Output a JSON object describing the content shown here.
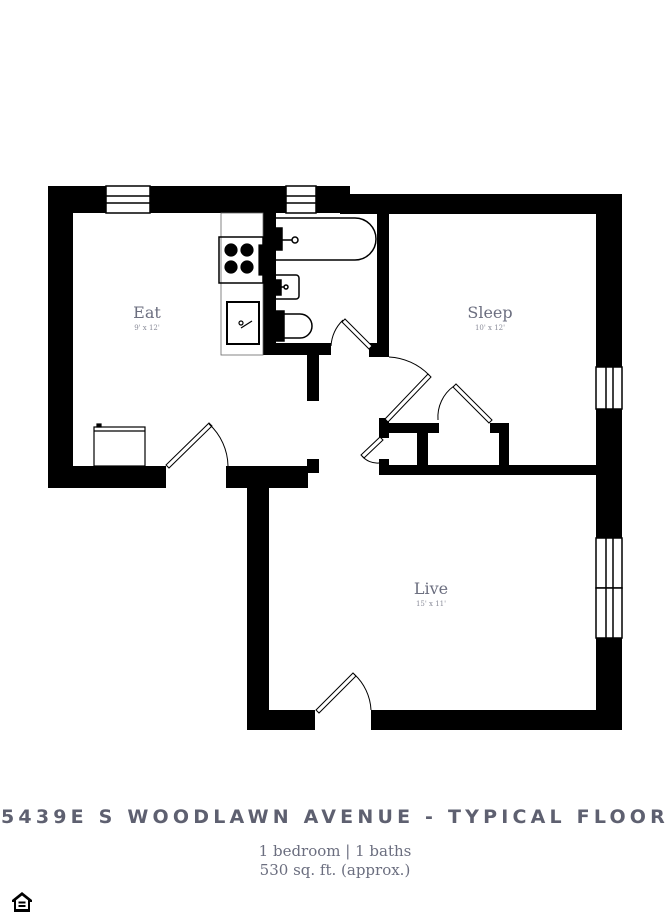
{
  "floorplan": {
    "rooms": [
      {
        "name": "Eat",
        "dimensions": "9' x 12'"
      },
      {
        "name": "Sleep",
        "dimensions": "10' x 12'"
      },
      {
        "name": "Live",
        "dimensions": "15' x 11'"
      }
    ],
    "colors": {
      "wall": "#000000",
      "label": "#6b6e7f",
      "background": "#ffffff"
    }
  },
  "footer": {
    "title": "5439E S WOODLAWN AVENUE - TYPICAL FLOOR",
    "summary_line1": "1 bedroom | 1 baths",
    "summary_line2": "530 sq. ft. (approx.)",
    "logo_icon": "equal-housing-opportunity-icon"
  }
}
